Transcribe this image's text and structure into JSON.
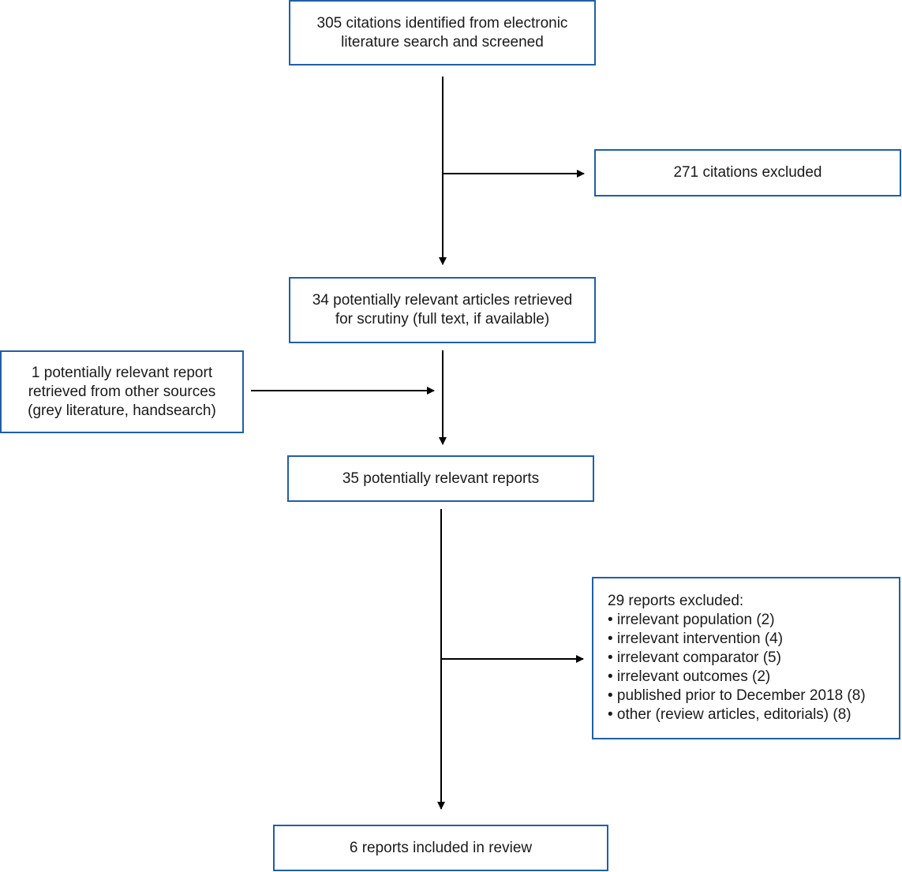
{
  "flow": {
    "identified": {
      "lines": [
        "305 citations identified from electronic",
        "literature search and screened"
      ]
    },
    "excluded_citations": {
      "lines": [
        "271 citations excluded"
      ]
    },
    "retrieved": {
      "lines": [
        "34 potentially relevant articles retrieved",
        "for scrutiny (full text, if available)"
      ]
    },
    "other_sources": {
      "lines": [
        "1 potentially relevant report",
        "retrieved from other sources",
        "(grey literature, handsearch)"
      ]
    },
    "relevant_reports": {
      "lines": [
        "35 potentially relevant reports"
      ]
    },
    "excluded_reports": {
      "lines": [
        "29 reports excluded:",
        "• irrelevant population (2)",
        "• irrelevant intervention (4)",
        "• irrelevant comparator (5)",
        "• irrelevant outcomes (2)",
        "• published prior to December 2018 (8)",
        "• other (review articles, editorials) (8)"
      ]
    },
    "included": {
      "lines": [
        "6 reports included in review"
      ]
    }
  },
  "colors": {
    "box_border": "#1f5fa8",
    "connector": "#000000"
  }
}
